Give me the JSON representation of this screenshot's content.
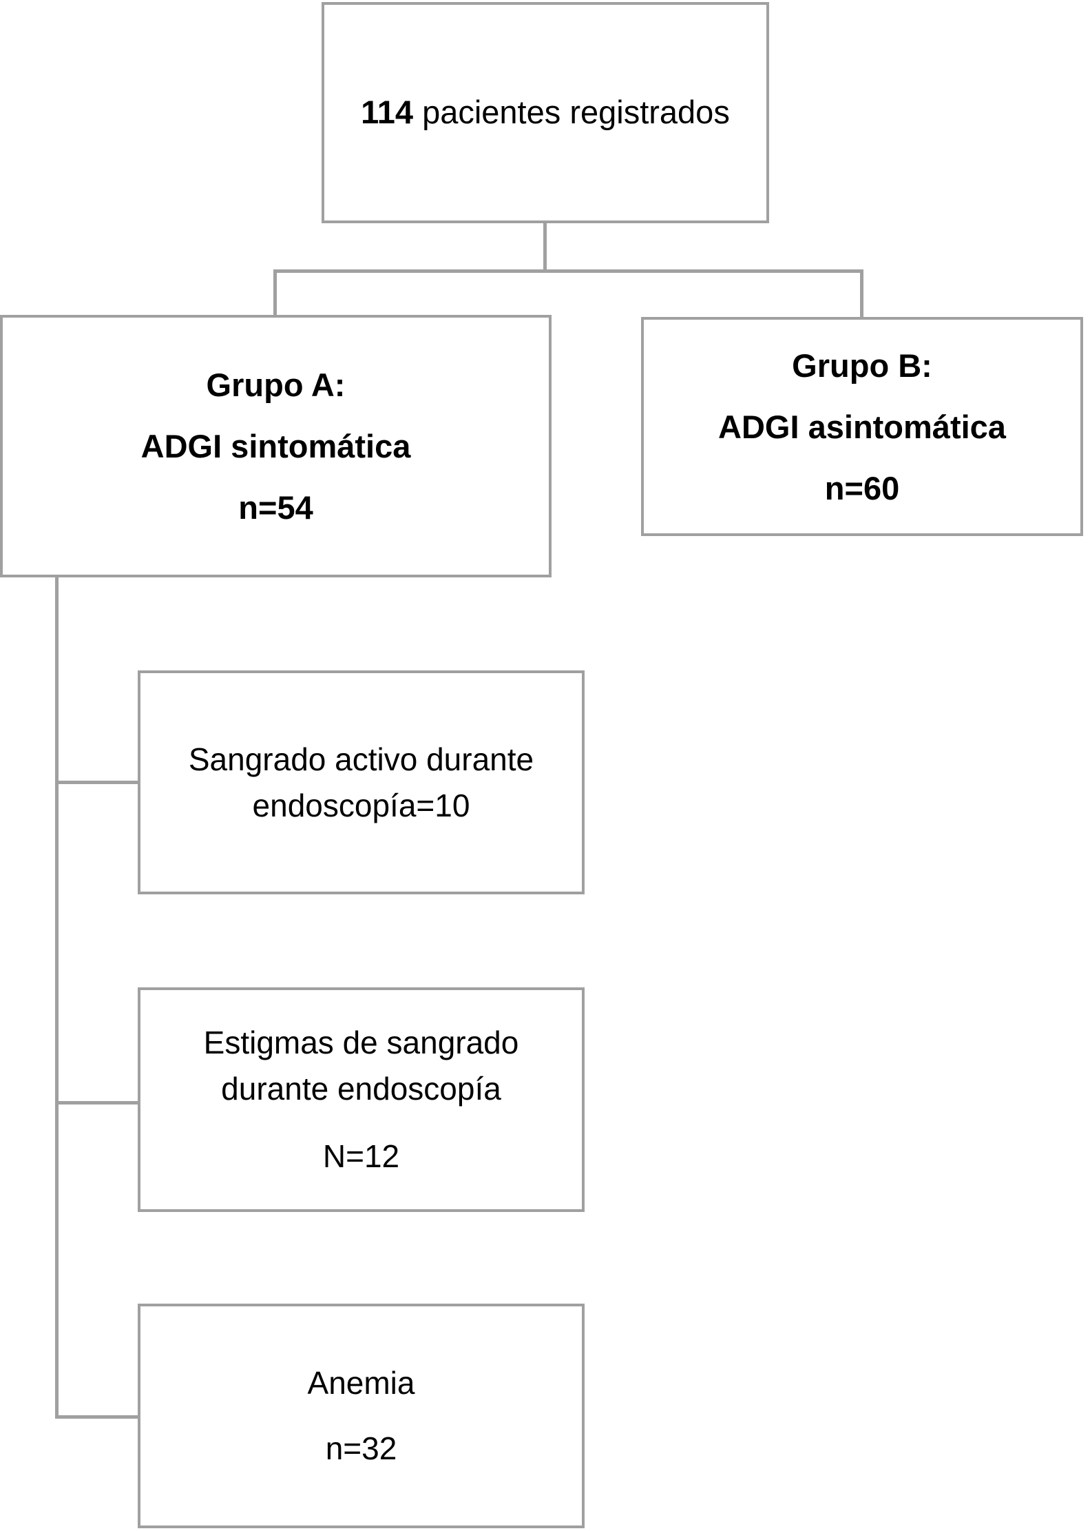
{
  "diagram": {
    "top_box": {
      "bold": "114",
      "regular": "pacientes registrados"
    },
    "group_a": {
      "lines": [
        "Grupo A:",
        "ADGI sintomática",
        "n=54"
      ]
    },
    "group_b": {
      "lines": [
        "Grupo B:",
        "ADGI asintomática",
        "n=60"
      ]
    },
    "outcome_boxes": [
      {
        "lines": [
          "Sangrado activo durante",
          "endoscopía=10"
        ]
      },
      {
        "lines": [
          "Estigmas de sangrado",
          "durante endoscopía",
          "N=12"
        ]
      },
      {
        "lines": [
          "Anemia",
          "n=32"
        ]
      }
    ]
  },
  "colors": {
    "line": "#a0a0a0",
    "text": "#000000",
    "background": "#ffffff"
  }
}
